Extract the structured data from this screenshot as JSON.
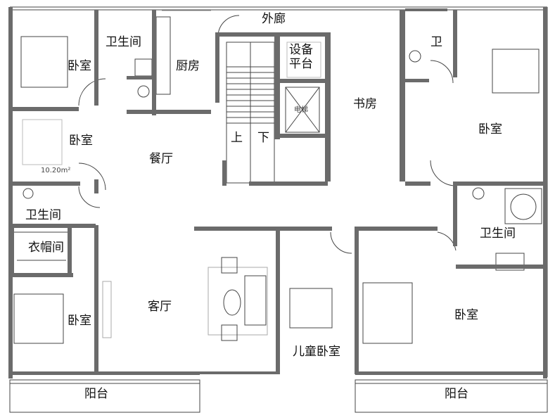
{
  "rooms": {
    "outer_corridor": "外廊",
    "bedroom_top_left": "卧室",
    "bathroom_top_left": "卫生间",
    "kitchen": "厨房",
    "equipment_platform": "设备平台",
    "stair_up": "上",
    "stair_down": "下",
    "elevator": "电梯",
    "study": "书房",
    "bathroom_top_right": "卫",
    "bedroom_top_right": "卧室",
    "bedroom_mid_left": "卧室",
    "bedroom_mid_left_area": "10.20m²",
    "dining_room": "餐厅",
    "bathroom_mid_left": "卫生间",
    "cloakroom": "衣帽间",
    "bathroom_mid_right": "卫生间",
    "bedroom_bottom_left": "卧室",
    "living_room": "客厅",
    "children_bedroom": "儿童卧室",
    "bedroom_bottom_right": "卧室",
    "balcony_left": "阳台",
    "balcony_right": "阳台"
  }
}
